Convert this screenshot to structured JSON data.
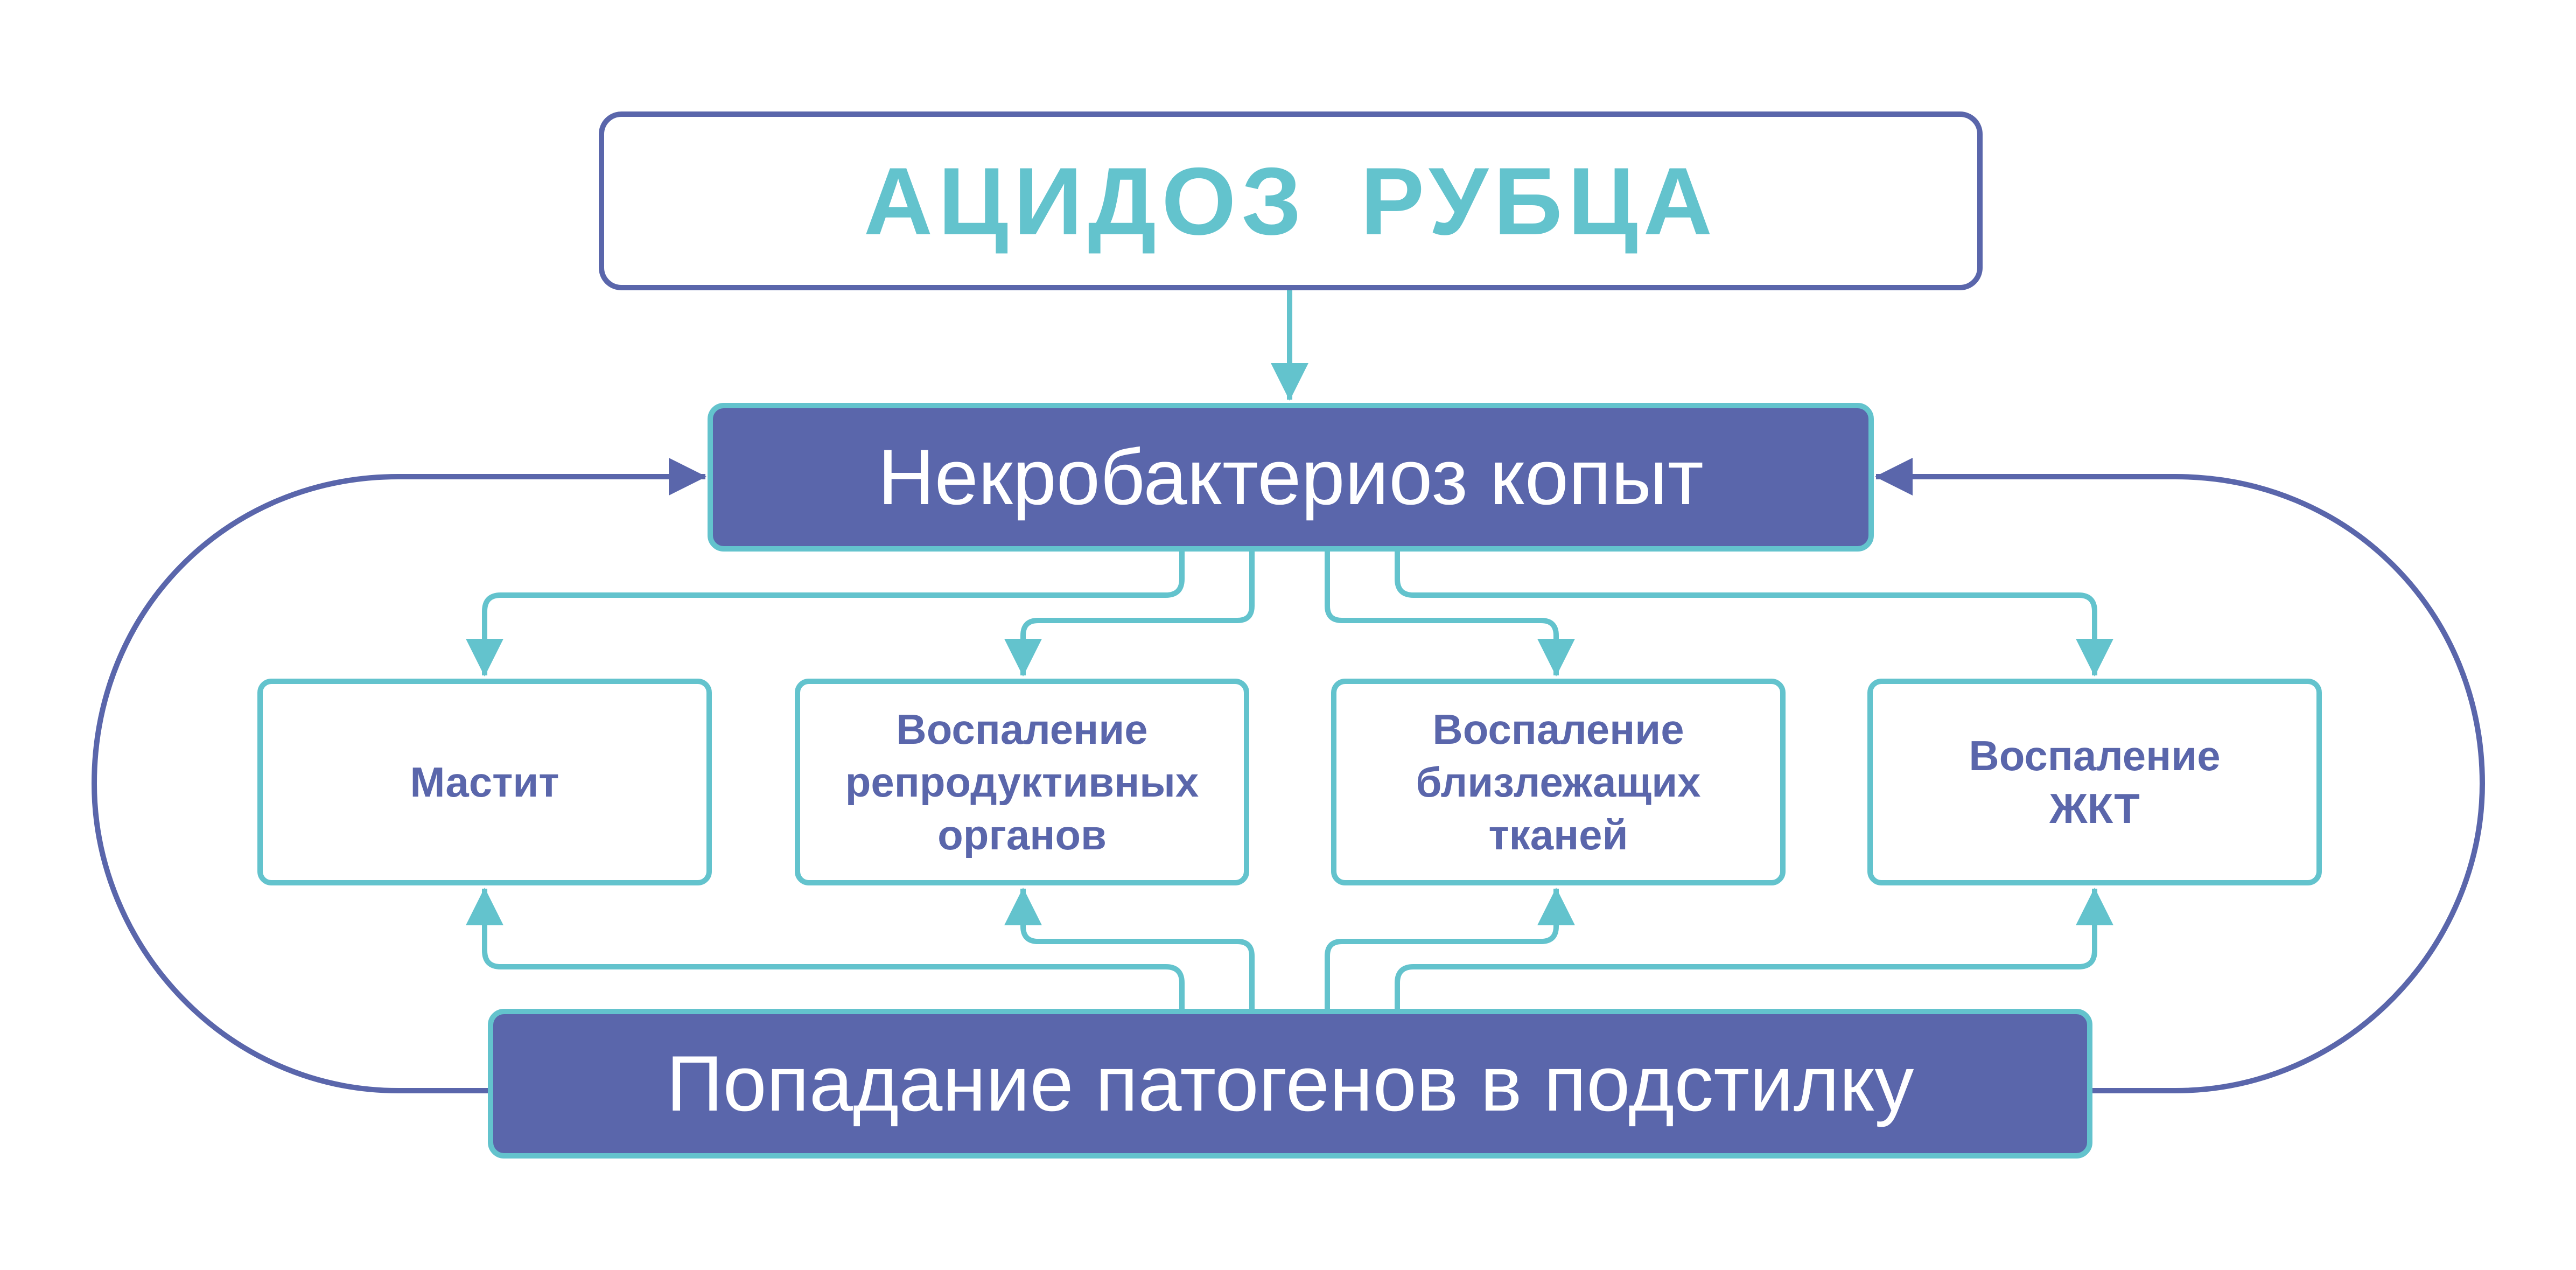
{
  "title": "АЦИДОЗ  РУБЦА",
  "top_node": "Некробактериоз копыт",
  "bottom_node": "Попадание патогенов в подстилку",
  "conditions": [
    {
      "id": "mastitis",
      "lines": [
        "Мастит"
      ]
    },
    {
      "id": "reproductive",
      "lines": [
        "Воспаление",
        "репродуктивных",
        "органов"
      ]
    },
    {
      "id": "nearby-tissues",
      "lines": [
        "Воспаление",
        "близлежащих",
        "тканей"
      ]
    },
    {
      "id": "gi-tract",
      "lines": [
        "Воспаление",
        "ЖКТ"
      ]
    }
  ],
  "colors": {
    "accent_teal": "#63c3cd",
    "accent_indigo": "#5a66ab",
    "background": "#ffffff"
  }
}
